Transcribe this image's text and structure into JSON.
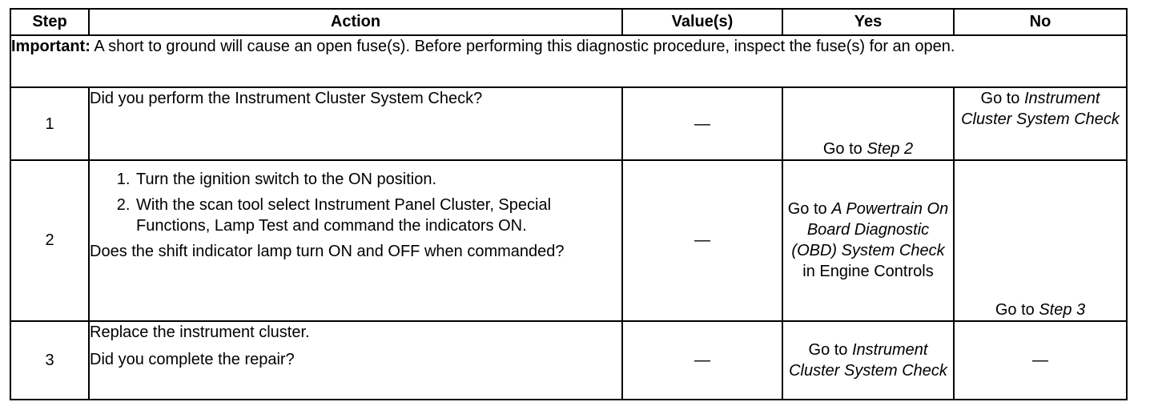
{
  "headers": {
    "step": "Step",
    "action": "Action",
    "values": "Value(s)",
    "yes": "Yes",
    "no": "No"
  },
  "important": {
    "label": "Important:",
    "text": " A short to ground will cause an open fuse(s). Before performing this diagnostic procedure, inspect the fuse(s) for an open."
  },
  "rows": [
    {
      "step": "1",
      "action": "Did you perform the Instrument Cluster System Check?",
      "value": "—",
      "yes_prefix": "Go to ",
      "yes_link": "Step 2",
      "no_prefix": "Go to ",
      "no_link": "Instrument Cluster System Check"
    },
    {
      "step": "2",
      "items": [
        "Turn the ignition switch to the ON position.",
        "With the scan tool select Instrument Panel Cluster, Special Functions, Lamp Test and command the indicators ON."
      ],
      "question": "Does the shift indicator lamp turn ON and OFF when commanded?",
      "value": "—",
      "yes_prefix": "Go to ",
      "yes_link": "A Powertrain On Board Diagnostic (OBD) System Check",
      "yes_suffix": " in Engine Controls",
      "no_prefix": "Go to ",
      "no_link": "Step 3"
    },
    {
      "step": "3",
      "action": "Replace the instrument cluster.",
      "question": "Did you complete the repair?",
      "value": "—",
      "yes_prefix": "Go to ",
      "yes_link": "Instrument Cluster System Check",
      "no": "—"
    }
  ]
}
